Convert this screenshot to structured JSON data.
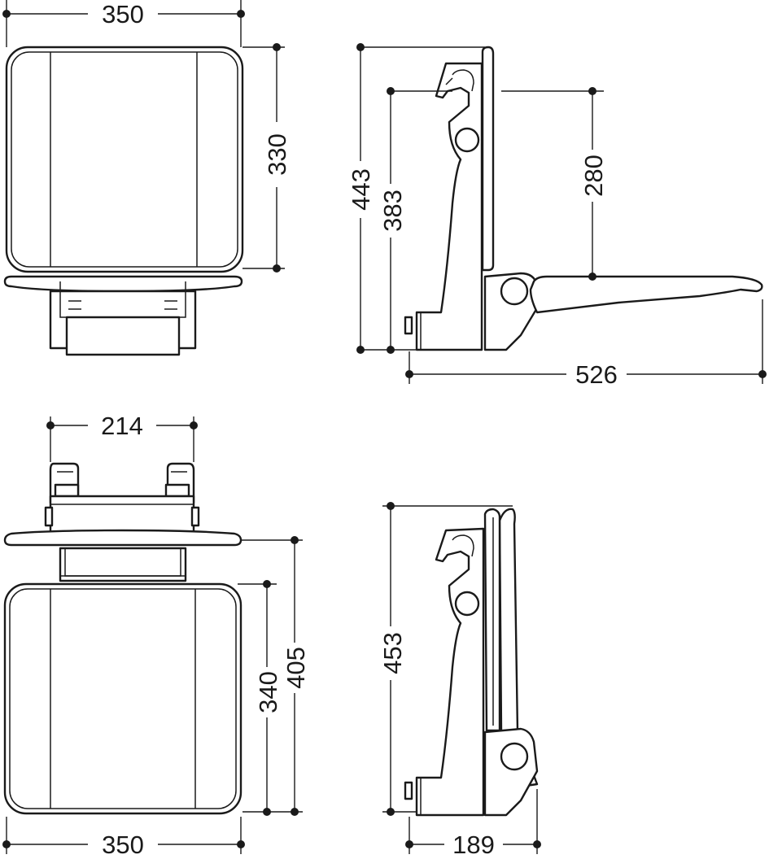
{
  "dimensions": {
    "top_view_width": "350",
    "top_view_depth": "330",
    "side_view_total_height": "443",
    "side_view_height_lower": "383",
    "side_view_hinge_to_seat": "280",
    "side_view_length": "526",
    "folded_front_width": "214",
    "folded_front_height_outer": "405",
    "folded_front_height_inner": "340",
    "folded_front_width_bottom": "350",
    "folded_side_height": "453",
    "folded_side_depth": "189"
  },
  "colors": {
    "line": "#1a1a1a",
    "background": "#ffffff"
  }
}
